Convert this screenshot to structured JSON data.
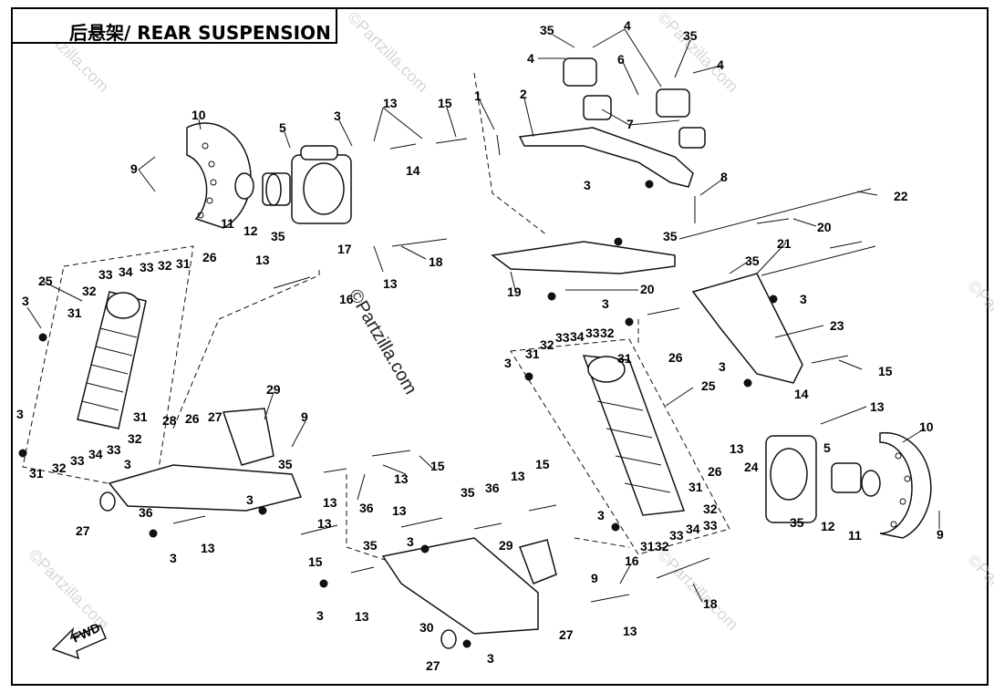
{
  "title": "后悬架/ REAR SUSPENSION",
  "watermark": "©Partzilla.com",
  "center_watermark": "©Partzilla.com",
  "fwd_label": "FWD",
  "callouts": {
    "c35a": "35",
    "c4a": "4",
    "c35b": "35",
    "c4b": "4",
    "c4c": "4",
    "c6": "6",
    "c7": "7",
    "c8": "8",
    "c1": "1",
    "c2": "2",
    "c10a": "10",
    "c3a": "3",
    "c5a": "5",
    "c13a": "13",
    "c15a": "15",
    "c14a": "14",
    "c9a": "9",
    "c11a": "11",
    "c12a": "12",
    "c35c": "35",
    "c17": "17",
    "c13b": "13",
    "c18a": "18",
    "c3b": "3",
    "c22": "22",
    "c20a": "20",
    "c21": "21",
    "c35d": "35",
    "c19": "19",
    "c3c": "3",
    "c26a": "26",
    "c13c": "13",
    "c16a": "16",
    "c25a": "25",
    "c33a": "33",
    "c34a": "34",
    "c33b": "33",
    "c32a": "32",
    "c31a": "31",
    "c32b": "32",
    "c31b": "31",
    "c3d": "3",
    "c3e": "3",
    "c31c": "31",
    "c32c": "32",
    "c33c": "33",
    "c34b": "34",
    "c33d": "33",
    "c31d": "31",
    "c32d": "32",
    "c33e": "33",
    "c34c": "34",
    "c33f": "33",
    "c32e": "32",
    "c31e": "31",
    "c26b": "26",
    "c20b": "20",
    "c3f": "3",
    "c35e": "35",
    "c3g": "3",
    "c23": "23",
    "c3h": "3",
    "c15b": "15",
    "c25b": "25",
    "c3i": "3",
    "c14b": "14",
    "c13d": "13",
    "c13e": "13",
    "c5b": "5",
    "c10b": "10",
    "c24": "24",
    "c28": "28",
    "c26c": "26",
    "c27a": "27",
    "c29a": "29",
    "c9b": "9",
    "c35f": "35",
    "c15c": "15",
    "c13f": "13",
    "c36a": "36",
    "c27b": "27",
    "c36b": "36",
    "c13g": "13",
    "c3j": "3",
    "c35g": "35",
    "c13h": "13",
    "c3k": "3",
    "c13i": "13",
    "c15d": "15",
    "c36c": "36",
    "c35h": "35",
    "c13j": "13",
    "c15e": "15",
    "c36d": "36",
    "c13k": "13",
    "c3l": "3",
    "c15f": "15",
    "c35i": "35",
    "c3m": "3",
    "c29b": "29",
    "c9c": "9",
    "c13l": "13",
    "c30": "30",
    "c27c": "27",
    "c3n": "3",
    "c16b": "16",
    "c18b": "18",
    "c13m": "13",
    "c3o": "3",
    "c31f": "31",
    "c32f": "32",
    "c33g": "33",
    "c34d": "34",
    "c33h": "33",
    "c26d": "26",
    "c31g": "31",
    "c32g": "32",
    "c35j": "35",
    "c12b": "12",
    "c11b": "11",
    "c9d": "9",
    "c13n": "13",
    "c3p": "3",
    "c13o": "13",
    "c15g": "15",
    "c13p": "13"
  }
}
